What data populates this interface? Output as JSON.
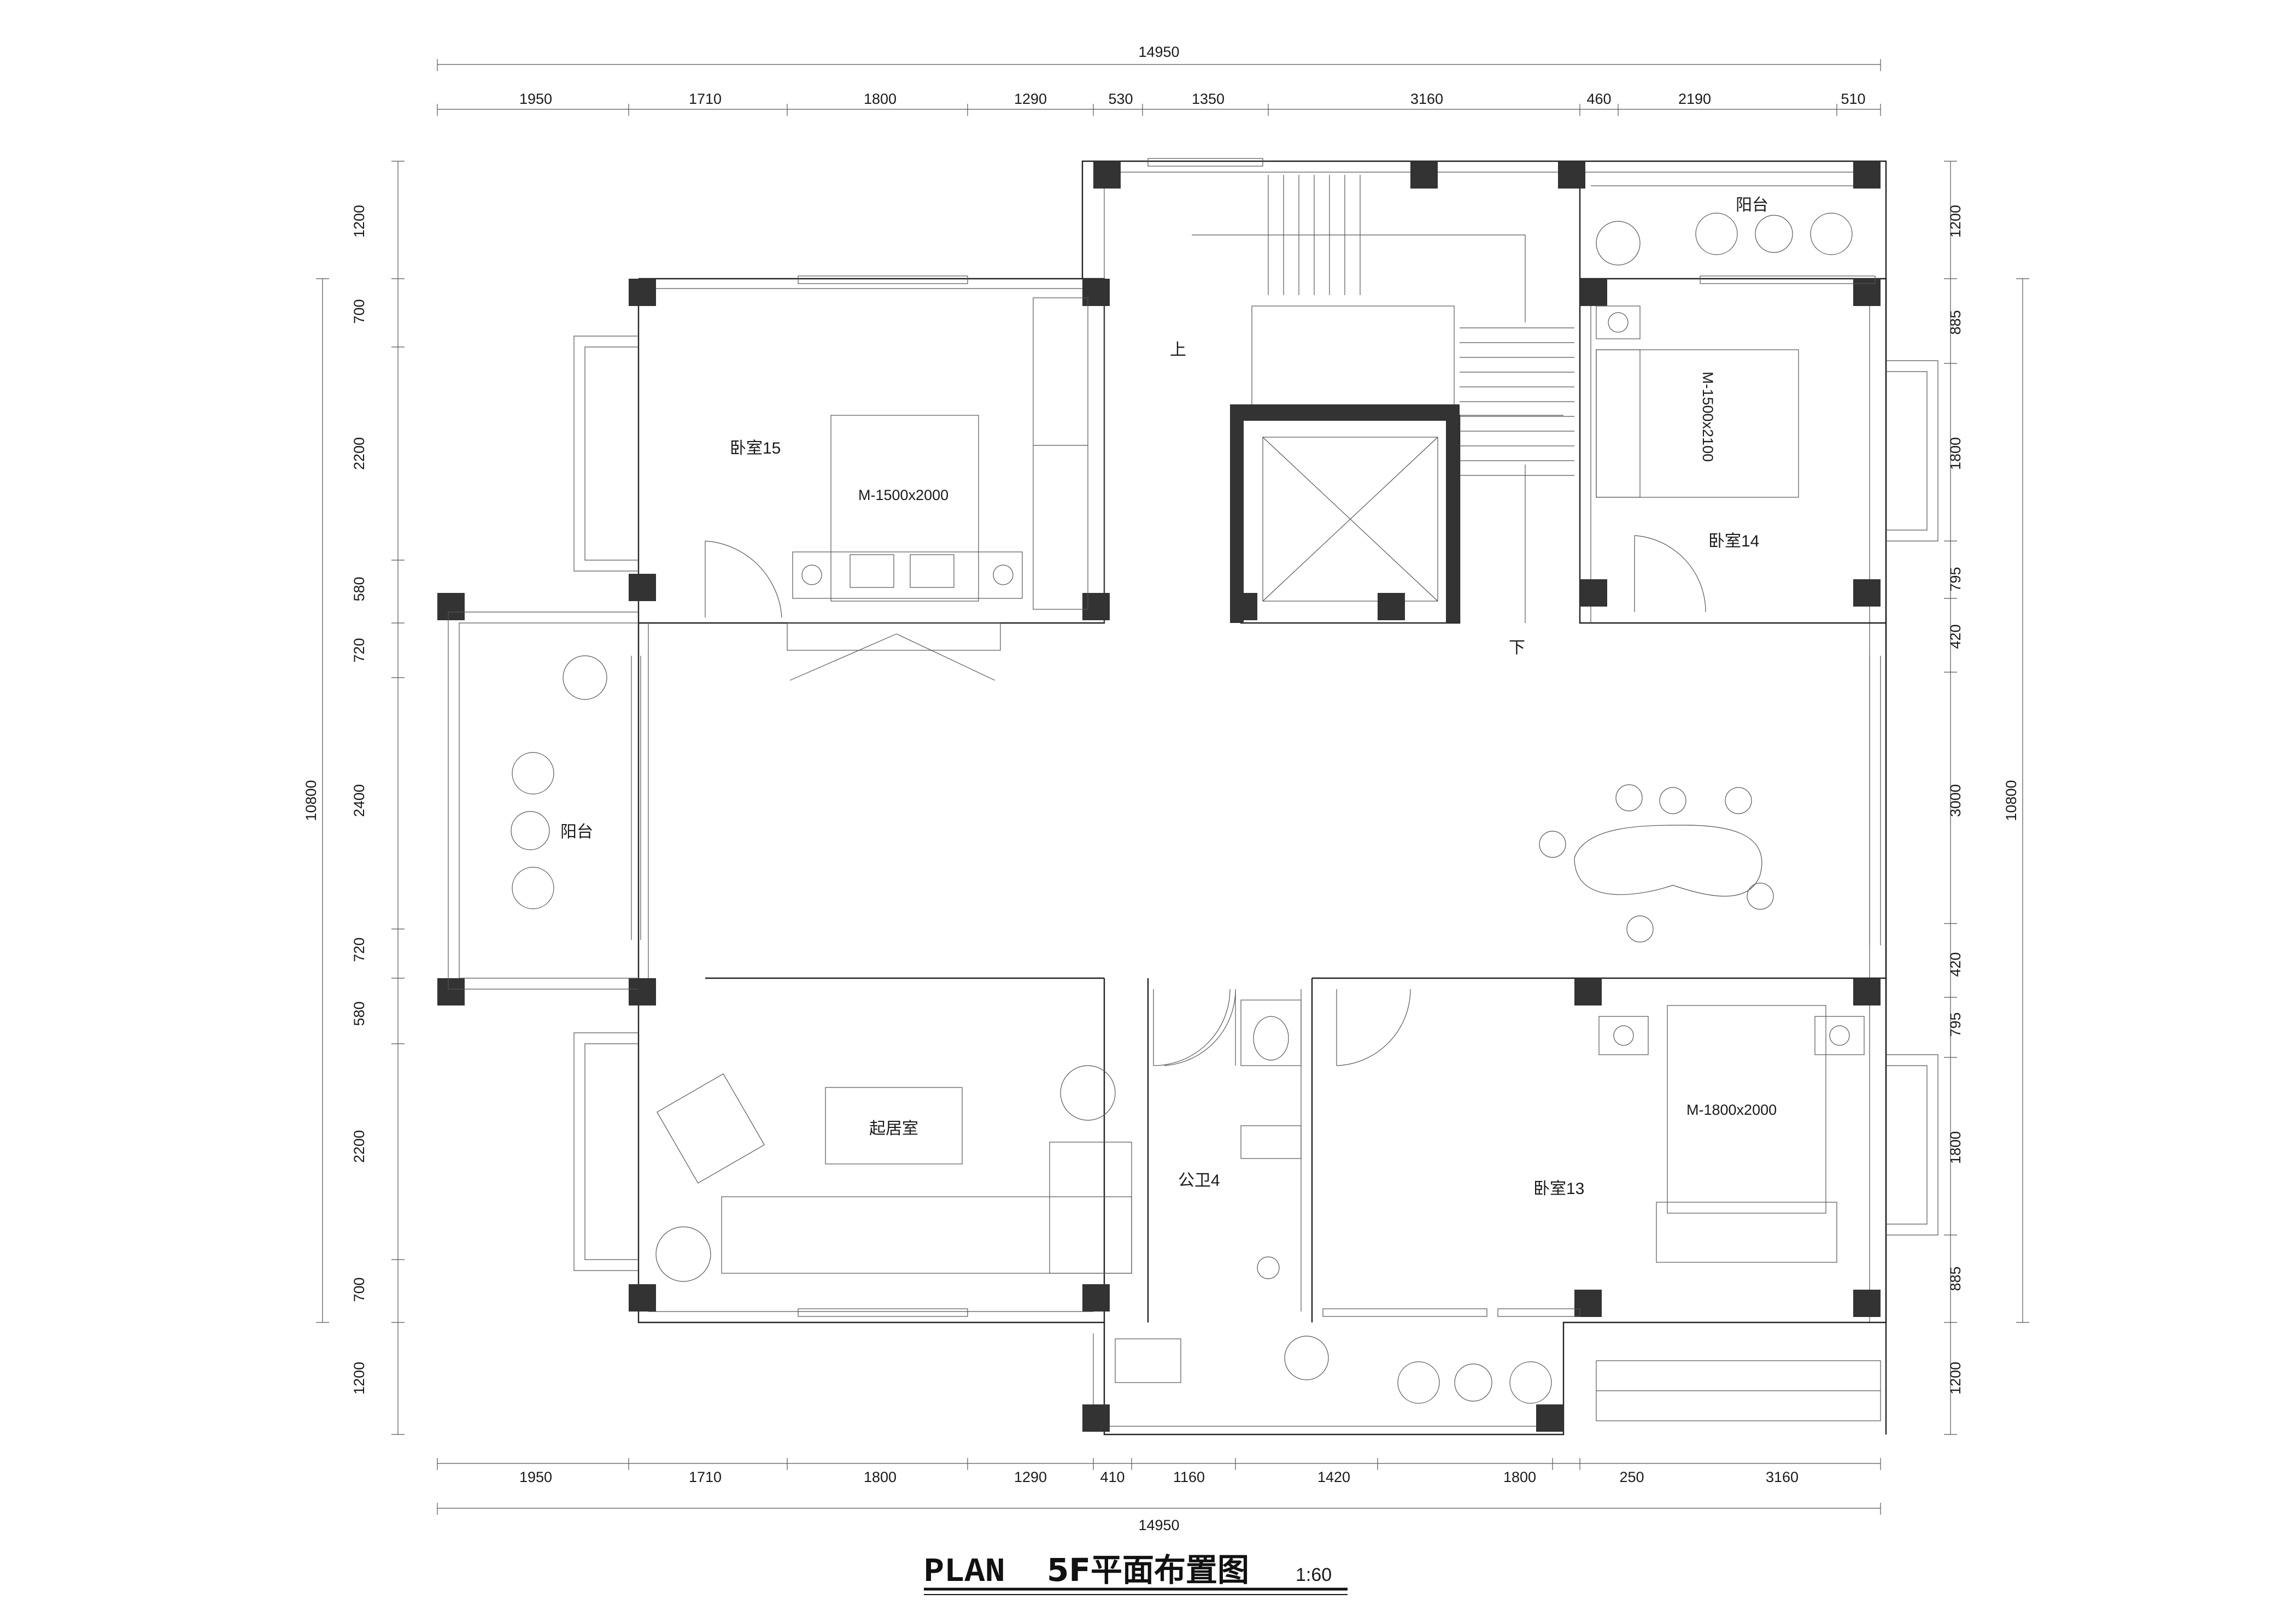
{
  "title": {
    "prefix": "PLAN",
    "name": "5F平面布置图",
    "scale": "1:60"
  },
  "dimensions": {
    "top_total": "14950",
    "top": [
      "1950",
      "1710",
      "1800",
      "1290",
      "530",
      "1350",
      "3160",
      "460",
      "2190",
      "510"
    ],
    "bottom": [
      "1950",
      "1710",
      "1800",
      "1290",
      "410",
      "1160",
      "1420",
      "1800",
      "250",
      "3160"
    ],
    "bottom_total": "14950",
    "left_total": "10800",
    "left": [
      "1200",
      "700",
      "2200",
      "580",
      "720",
      "2400",
      "720",
      "580",
      "2200",
      "700",
      "1200"
    ],
    "right": [
      "1200",
      "885",
      "1800",
      "795",
      "420",
      "3000",
      "420",
      "795",
      "1800",
      "885",
      "1200"
    ],
    "right_total": "10800"
  },
  "rooms": {
    "bedroom15": "卧室15",
    "bed15": "M-1500x2000",
    "bedroom14": "卧室14",
    "bed14": "M-1500x2100",
    "balcony_left": "阳台",
    "balcony_top": "阳台",
    "living": "起居室",
    "wc": "公卫4",
    "bedroom13": "卧室13",
    "bed13": "M-1800x2000",
    "stair_up": "上",
    "stair_down": "下"
  },
  "colors": {
    "line": "#333333",
    "column": "#333333",
    "background": "#ffffff"
  }
}
